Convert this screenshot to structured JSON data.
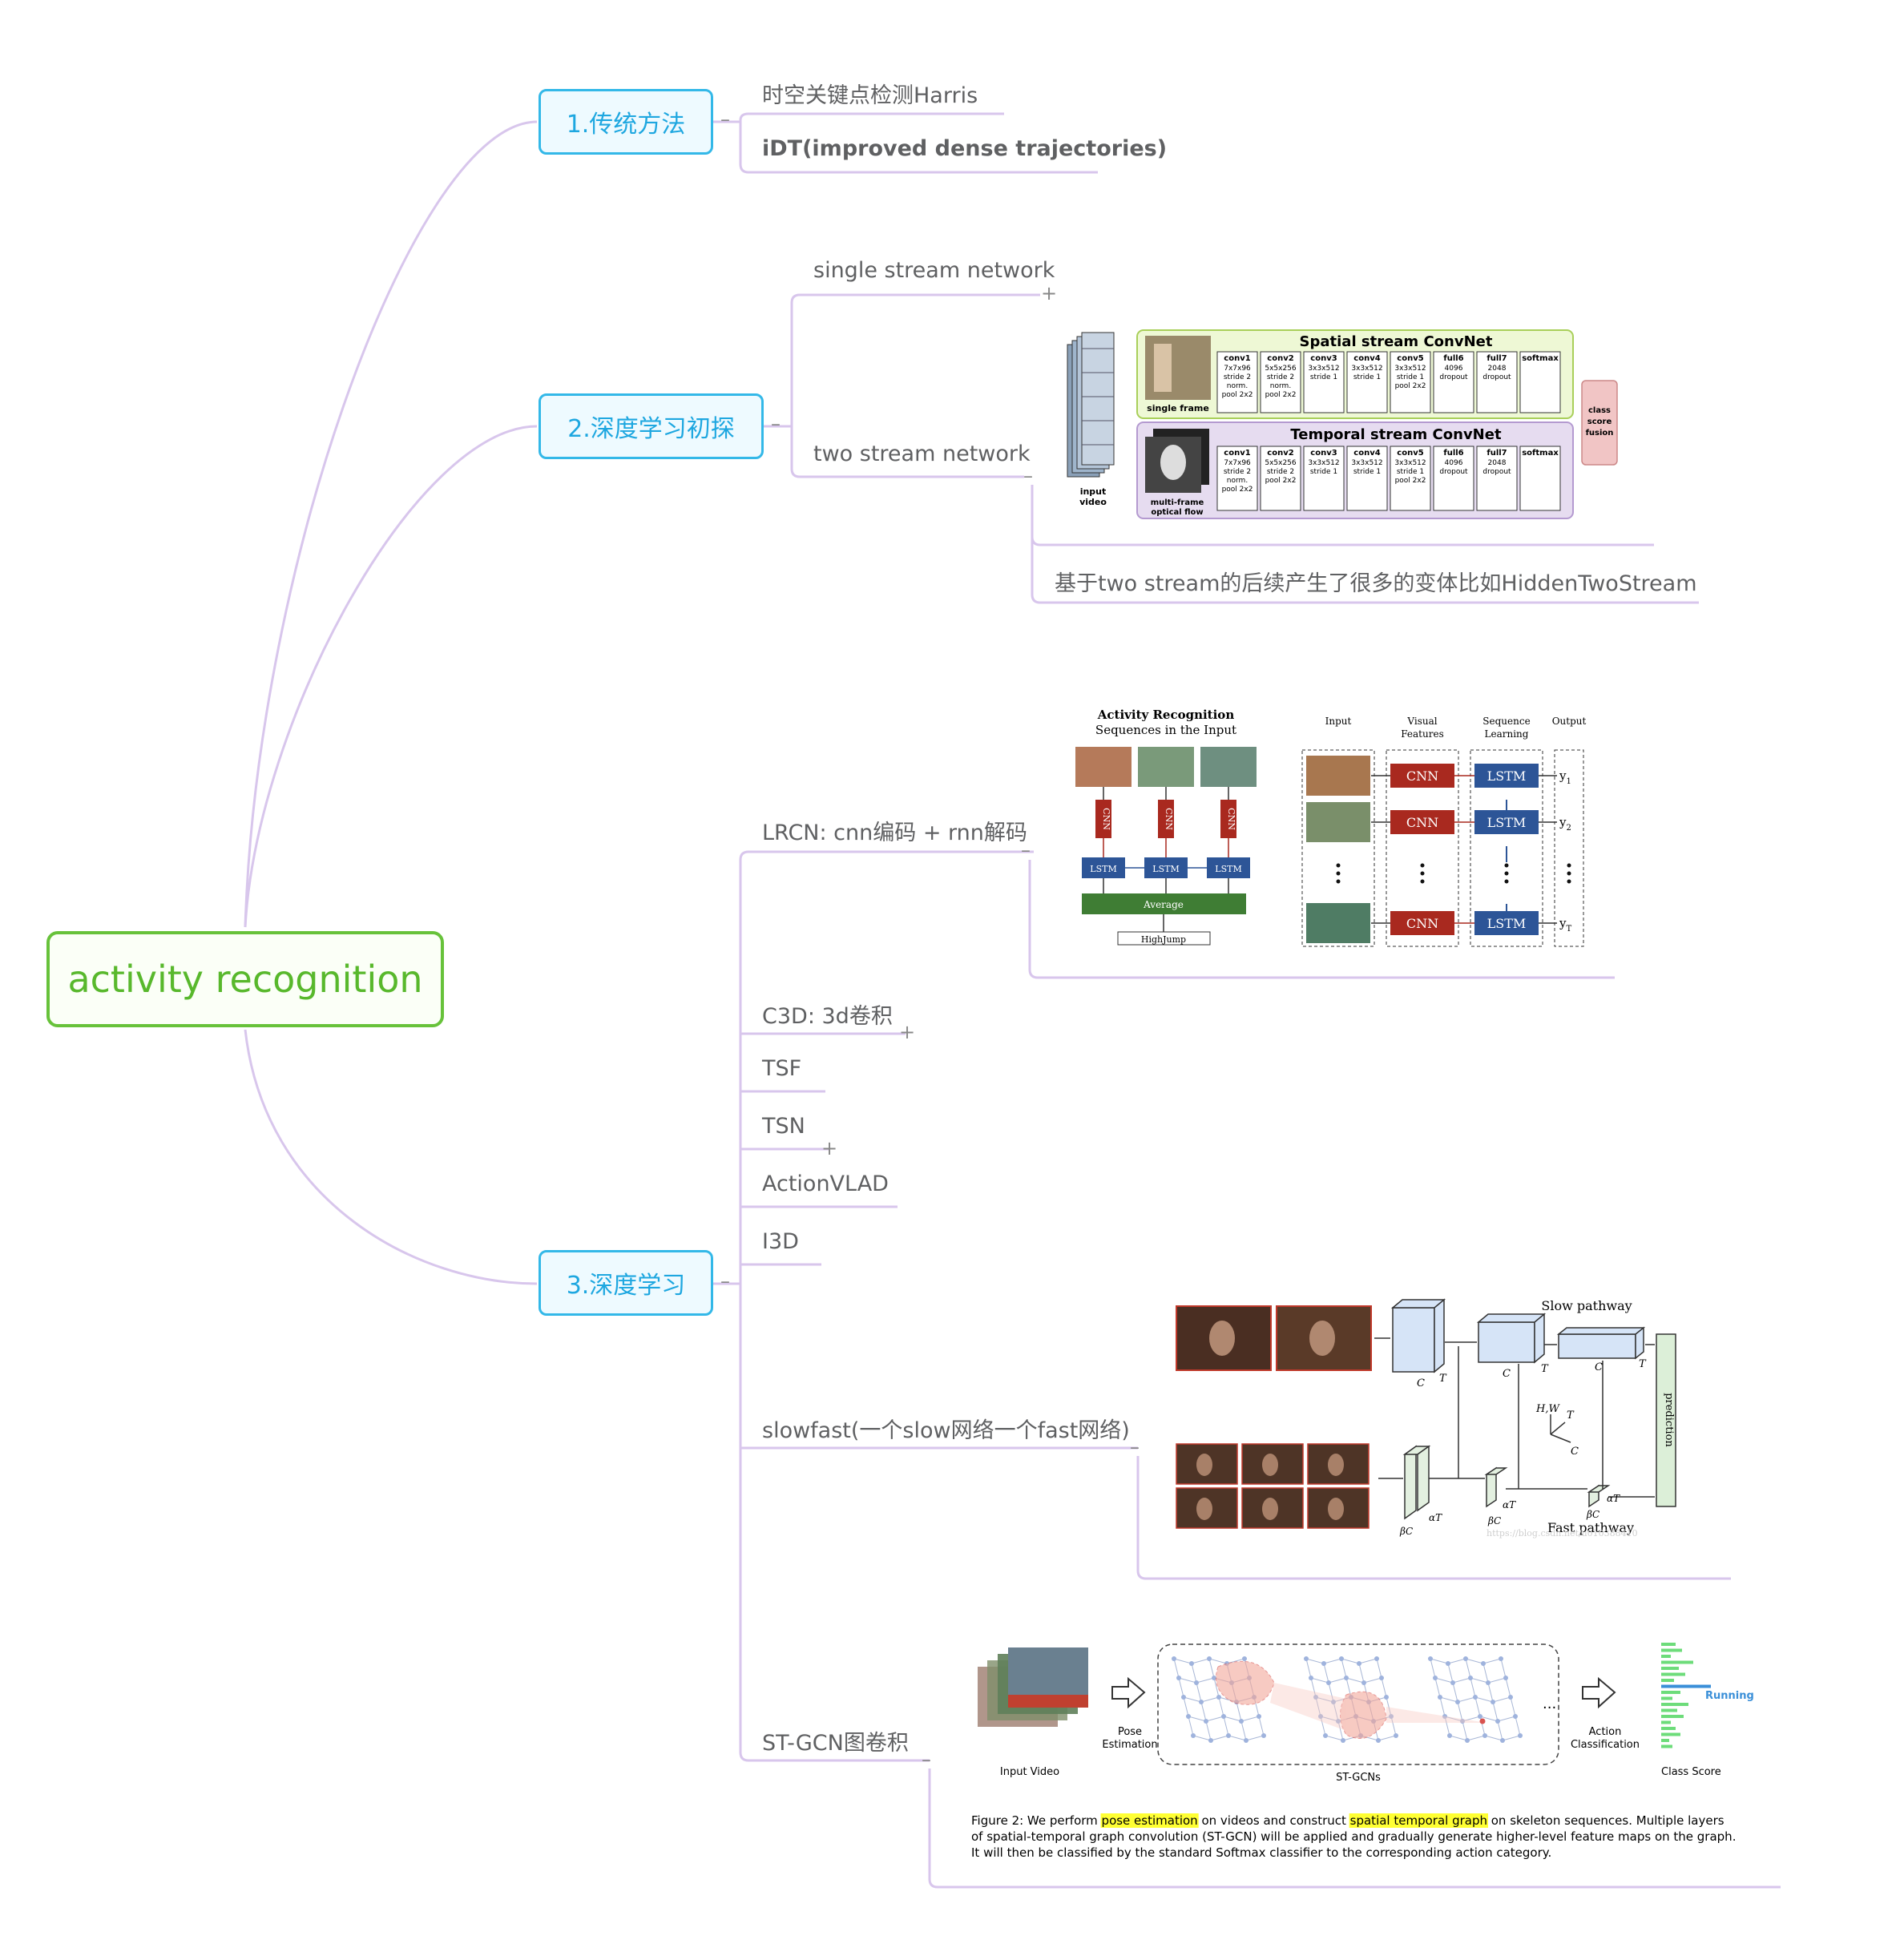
{
  "root": {
    "label": "activity recognition"
  },
  "colors": {
    "root_border": "#67c23a",
    "root_text": "#58b82c",
    "category_border": "#33b8e8",
    "category_text": "#1ea7e0",
    "branch_line": "#d8c6ec",
    "leaf_text": "#5f6062"
  },
  "categories": [
    {
      "label": "1.传统方法",
      "toggle": "–",
      "items": [
        {
          "label": "时空关键点检测Harris"
        },
        {
          "label": "iDT(improved dense trajectories)"
        }
      ]
    },
    {
      "label": "2.深度学习初探",
      "toggle": "–",
      "items": [
        {
          "label": "single stream network",
          "toggle": "+"
        },
        {
          "label": "two stream network",
          "toggle": "–",
          "child_note": "基于two stream的后续产生了很多的变体比如HiddenTwoStream"
        }
      ]
    },
    {
      "label": "3.深度学习",
      "toggle": "–",
      "items": [
        {
          "label": "LRCN: cnn编码 + rnn解码",
          "toggle": "–"
        },
        {
          "label": "C3D: 3d卷积",
          "toggle": "+"
        },
        {
          "label": "TSF"
        },
        {
          "label": "TSN",
          "toggle": "+"
        },
        {
          "label": "ActionVLAD"
        },
        {
          "label": "I3D"
        },
        {
          "label": "slowfast(一个slow网络一个fast网络)",
          "toggle": "–"
        },
        {
          "label": "ST-GCN图卷积",
          "toggle": "–"
        }
      ]
    }
  ],
  "figures": {
    "two_stream": {
      "spatial_title": "Spatial stream ConvNet",
      "temporal_title": "Temporal stream ConvNet",
      "input_label": "input video",
      "single_frame": "single frame",
      "multi_frame": "multi-frame optical flow",
      "fusion": "class score fusion",
      "spatial_layers": [
        {
          "name": "conv1",
          "lines": [
            "7x7x96",
            "stride 2",
            "norm.",
            "pool 2x2"
          ]
        },
        {
          "name": "conv2",
          "lines": [
            "5x5x256",
            "stride 2",
            "norm.",
            "pool 2x2"
          ]
        },
        {
          "name": "conv3",
          "lines": [
            "3x3x512",
            "stride 1"
          ]
        },
        {
          "name": "conv4",
          "lines": [
            "3x3x512",
            "stride 1"
          ]
        },
        {
          "name": "conv5",
          "lines": [
            "3x3x512",
            "stride 1",
            "pool 2x2"
          ]
        },
        {
          "name": "full6",
          "lines": [
            "4096",
            "dropout"
          ]
        },
        {
          "name": "full7",
          "lines": [
            "2048",
            "dropout"
          ]
        },
        {
          "name": "softmax",
          "lines": []
        }
      ],
      "temporal_layers": [
        {
          "name": "conv1",
          "lines": [
            "7x7x96",
            "stride 2",
            "norm.",
            "pool 2x2"
          ]
        },
        {
          "name": "conv2",
          "lines": [
            "5x5x256",
            "stride 2",
            "pool 2x2"
          ]
        },
        {
          "name": "conv3",
          "lines": [
            "3x3x512",
            "stride 1"
          ]
        },
        {
          "name": "conv4",
          "lines": [
            "3x3x512",
            "stride 1"
          ]
        },
        {
          "name": "conv5",
          "lines": [
            "3x3x512",
            "stride 1",
            "pool 2x2"
          ]
        },
        {
          "name": "full6",
          "lines": [
            "4096",
            "dropout"
          ]
        },
        {
          "name": "full7",
          "lines": [
            "2048",
            "dropout"
          ]
        },
        {
          "name": "softmax",
          "lines": []
        }
      ]
    },
    "lrcn": {
      "left_title": "Activity Recognition",
      "left_subtitle": "Sequences in the Input",
      "cnn": "CNN",
      "lstm": "LSTM",
      "average": "Average",
      "result": "HighJump",
      "col_headers": [
        "Input",
        "Visual Features",
        "Sequence Learning",
        "Output"
      ],
      "outputs": [
        "y1",
        "y2",
        "yT"
      ]
    },
    "slowfast": {
      "slow_label": "Slow pathway",
      "fast_label": "Fast pathway",
      "prediction": "prediction",
      "c": "C",
      "t": "T",
      "hw": "H,W",
      "alpha_t": "αT",
      "beta_c": "βC",
      "watermark": "https://blog.csdn.net/u010388410"
    },
    "stgcn": {
      "input_video": "Input Video",
      "pose_estimation": "Pose Estimation",
      "st_gcns": "ST-GCNs",
      "action_classification": "Action Classification",
      "class_score": "Class Score",
      "running": "Running",
      "caption_prefix": "Figure 2:  We perform ",
      "caption_hl1": "pose estimation",
      "caption_mid": " on videos and construct ",
      "caption_hl2": "spatial temporal graph",
      "caption_rest1": " on skeleton sequences. Multiple layers",
      "caption_line2": "of spatial-temporal graph convolution (ST-GCN) will be applied and gradually generate higher-level feature maps on the graph.",
      "caption_line3": "It will then be classified by the standard Softmax classifier to the corresponding action category."
    }
  }
}
